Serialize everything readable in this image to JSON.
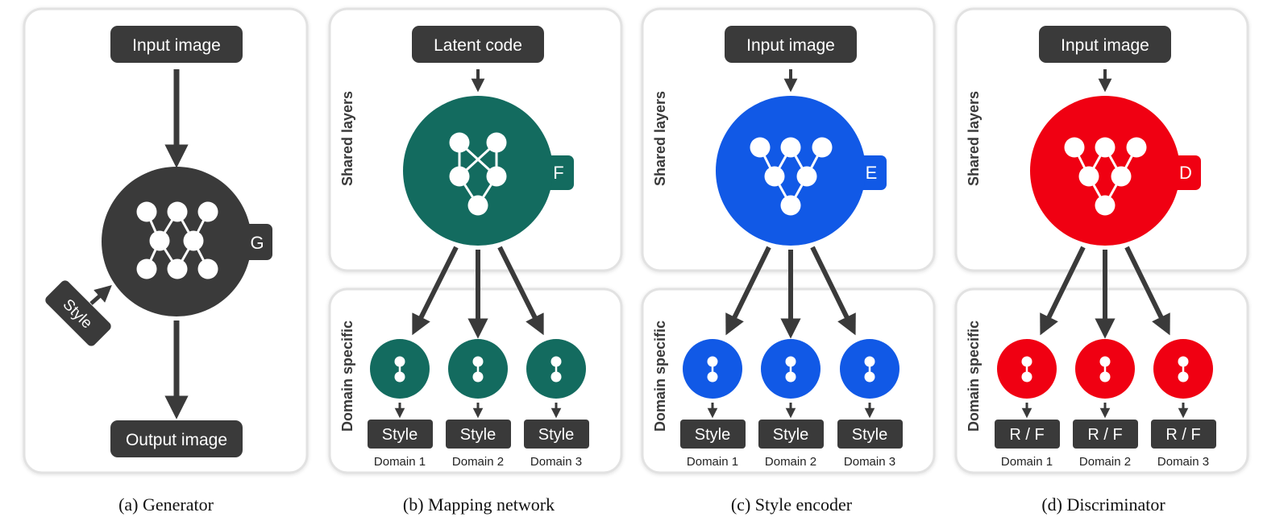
{
  "colors": {
    "generator": "#3a3a3a",
    "mapping": "#136b5f",
    "encoder": "#1159e6",
    "discriminator": "#f00012",
    "label_box": "#3a3a3a",
    "arrow": "#3a3a3a",
    "panel_border": "#e2e2e2"
  },
  "common": {
    "shared_layers": "Shared layers",
    "domain_specific": "Domain specific",
    "domains": [
      "Domain 1",
      "Domain 2",
      "Domain 3"
    ]
  },
  "generator": {
    "input": "Input image",
    "output": "Output image",
    "letter": "G",
    "style_tag": "Style",
    "caption": "(a) Generator"
  },
  "mapping": {
    "input": "Latent code",
    "letter": "F",
    "outputs": [
      "Style",
      "Style",
      "Style"
    ],
    "caption": "(b) Mapping network"
  },
  "encoder": {
    "input": "Input image",
    "letter": "E",
    "outputs": [
      "Style",
      "Style",
      "Style"
    ],
    "caption": "(c) Style encoder"
  },
  "discriminator": {
    "input": "Input image",
    "letter": "D",
    "outputs": [
      "R / F",
      "R / F",
      "R / F"
    ],
    "caption": "(d) Discriminator"
  }
}
